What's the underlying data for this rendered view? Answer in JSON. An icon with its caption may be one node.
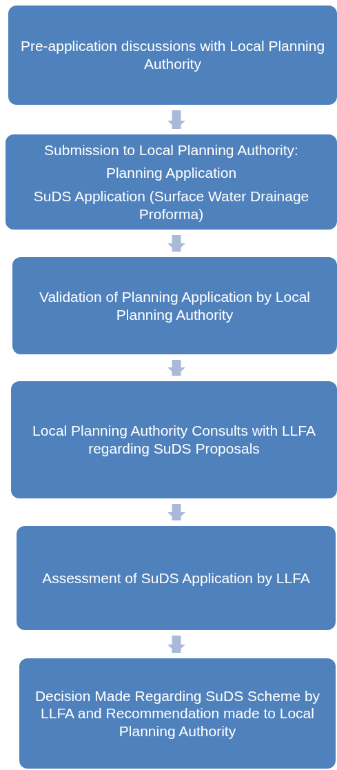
{
  "diagram": {
    "nodes": [
      {
        "text": [
          "Pre-application discussions with Local Planning Authority"
        ]
      },
      {
        "text": [
          "Submission to Local Planning Authority:",
          "Planning Application",
          "SuDS Application (Surface Water Drainage Proforma)"
        ]
      },
      {
        "text": [
          "Validation of Planning Application by Local Planning Authority"
        ]
      },
      {
        "text": [
          "Local Planning Authority Consults with LLFA regarding SuDS Proposals"
        ]
      },
      {
        "text": [
          "Assessment of SuDS Application by LLFA"
        ]
      },
      {
        "text": [
          "Decision Made Regarding SuDS Scheme by LLFA and Recommendation made to Local Planning Authority"
        ]
      }
    ],
    "edges": [
      {
        "from": 0,
        "to": 1,
        "arrow": "to"
      },
      {
        "from": 1,
        "to": 2,
        "arrow": "to"
      },
      {
        "from": 2,
        "to": 3,
        "arrow": "to"
      },
      {
        "from": 3,
        "to": 4,
        "arrow": "to"
      },
      {
        "from": 4,
        "to": 5,
        "arrow": "to"
      }
    ]
  }
}
